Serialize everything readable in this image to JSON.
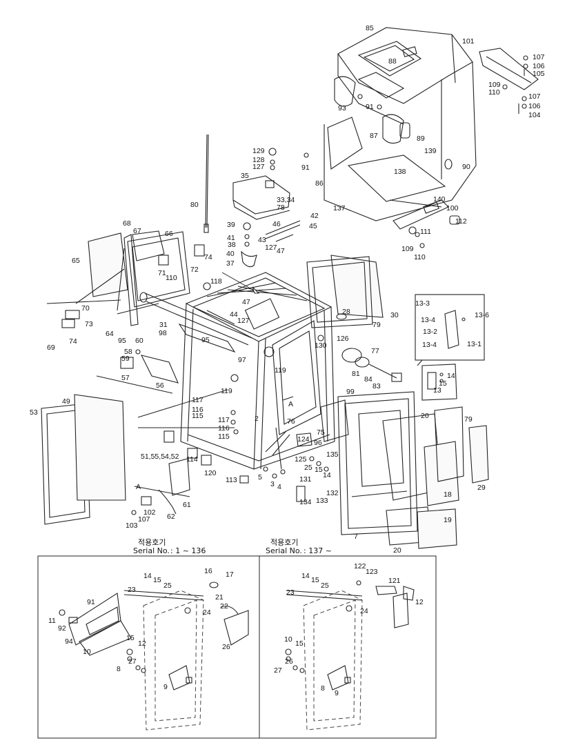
{
  "serial_ranges": [
    {
      "korean": "적용호기",
      "label": "Serial No.",
      "range": ": 1 ~ 136"
    },
    {
      "korean": "적용호기",
      "label": "Serial No.",
      "range": ": 137 ~"
    }
  ],
  "callouts": {
    "main": [
      "85",
      "101",
      "107",
      "106",
      "105",
      "88",
      "109",
      "110",
      "107",
      "106",
      "104",
      "93",
      "91",
      "87",
      "89",
      "91",
      "86",
      "139",
      "138",
      "90",
      "137",
      "140",
      "100",
      "112",
      "111",
      "109",
      "110",
      "129",
      "128",
      "127",
      "35",
      "33,34",
      "78",
      "80",
      "42",
      "45",
      "46",
      "39",
      "41",
      "43",
      "38",
      "127",
      "47",
      "40",
      "37",
      "68",
      "67",
      "66",
      "65",
      "71",
      "110",
      "72",
      "74",
      "118",
      "47",
      "44",
      "127",
      "70",
      "73",
      "69",
      "74",
      "64",
      "95",
      "31",
      "98",
      "95",
      "60",
      "58",
      "59",
      "57",
      "56",
      "97",
      "119",
      "119",
      "28",
      "30",
      "79",
      "126",
      "77",
      "130",
      "81",
      "84",
      "83",
      "13-3",
      "13-4",
      "13-6",
      "13-2",
      "13-4",
      "13-1",
      "14",
      "15",
      "13",
      "49",
      "53",
      "117",
      "116",
      "115",
      "117",
      "116",
      "115",
      "51,55,54,52",
      "114",
      "120",
      "113",
      "61",
      "102",
      "107",
      "103",
      "62",
      "5",
      "3",
      "4",
      "2",
      "76",
      "124",
      "125",
      "25",
      "15",
      "14",
      "135",
      "131",
      "133",
      "134",
      "132",
      "99",
      "75",
      "96",
      "20",
      "79",
      "29",
      "18",
      "19",
      "20",
      "7",
      "A",
      "A"
    ],
    "inset_left": [
      "14",
      "15",
      "25",
      "16",
      "17",
      "23",
      "21",
      "22",
      "91",
      "11",
      "24",
      "92",
      "94",
      "10",
      "15",
      "12",
      "26",
      "27",
      "8",
      "9"
    ],
    "inset_right": [
      "122",
      "123",
      "14",
      "15",
      "25",
      "121",
      "23",
      "12",
      "24",
      "10",
      "15",
      "26",
      "27",
      "8",
      "9"
    ]
  }
}
